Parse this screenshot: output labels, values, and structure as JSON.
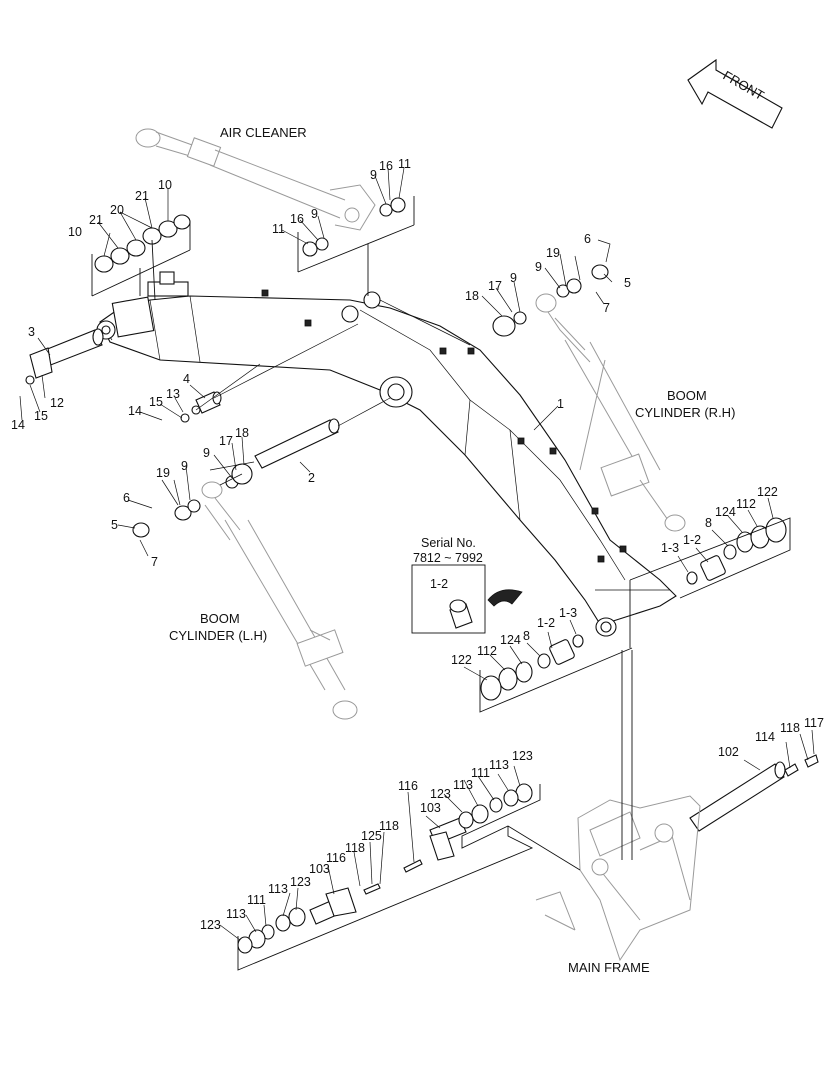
{
  "captions": {
    "air_cleaner": "AIR CLEANER",
    "front": "FRONT",
    "boom_cyl_rh_1": "BOOM",
    "boom_cyl_rh_2": "CYLINDER (R.H)",
    "boom_cyl_lh_1": "BOOM",
    "boom_cyl_lh_2": "CYLINDER (L.H)",
    "serial_title": "Serial No.",
    "serial_range": "7812 ~ 7992",
    "main_frame": "MAIN FRAME"
  },
  "callouts": [
    "10",
    "21",
    "20",
    "21",
    "10",
    "11",
    "16",
    "9",
    "9",
    "16",
    "11",
    "6",
    "19",
    "9",
    "5",
    "7",
    "18",
    "17",
    "9",
    "3",
    "12",
    "15",
    "14",
    "4",
    "13",
    "15",
    "14",
    "1",
    "2",
    "9",
    "17",
    "18",
    "19",
    "9",
    "6",
    "5",
    "7",
    "1-2",
    "1-3",
    "1-2",
    "8",
    "124",
    "112",
    "122",
    "1-3",
    "1-2",
    "8",
    "124",
    "112",
    "122",
    "102",
    "114",
    "118",
    "117",
    "113",
    "123",
    "113",
    "111",
    "123",
    "116",
    "103",
    "118",
    "125",
    "118",
    "116",
    "103",
    "123",
    "113",
    "111",
    "113",
    "123"
  ]
}
